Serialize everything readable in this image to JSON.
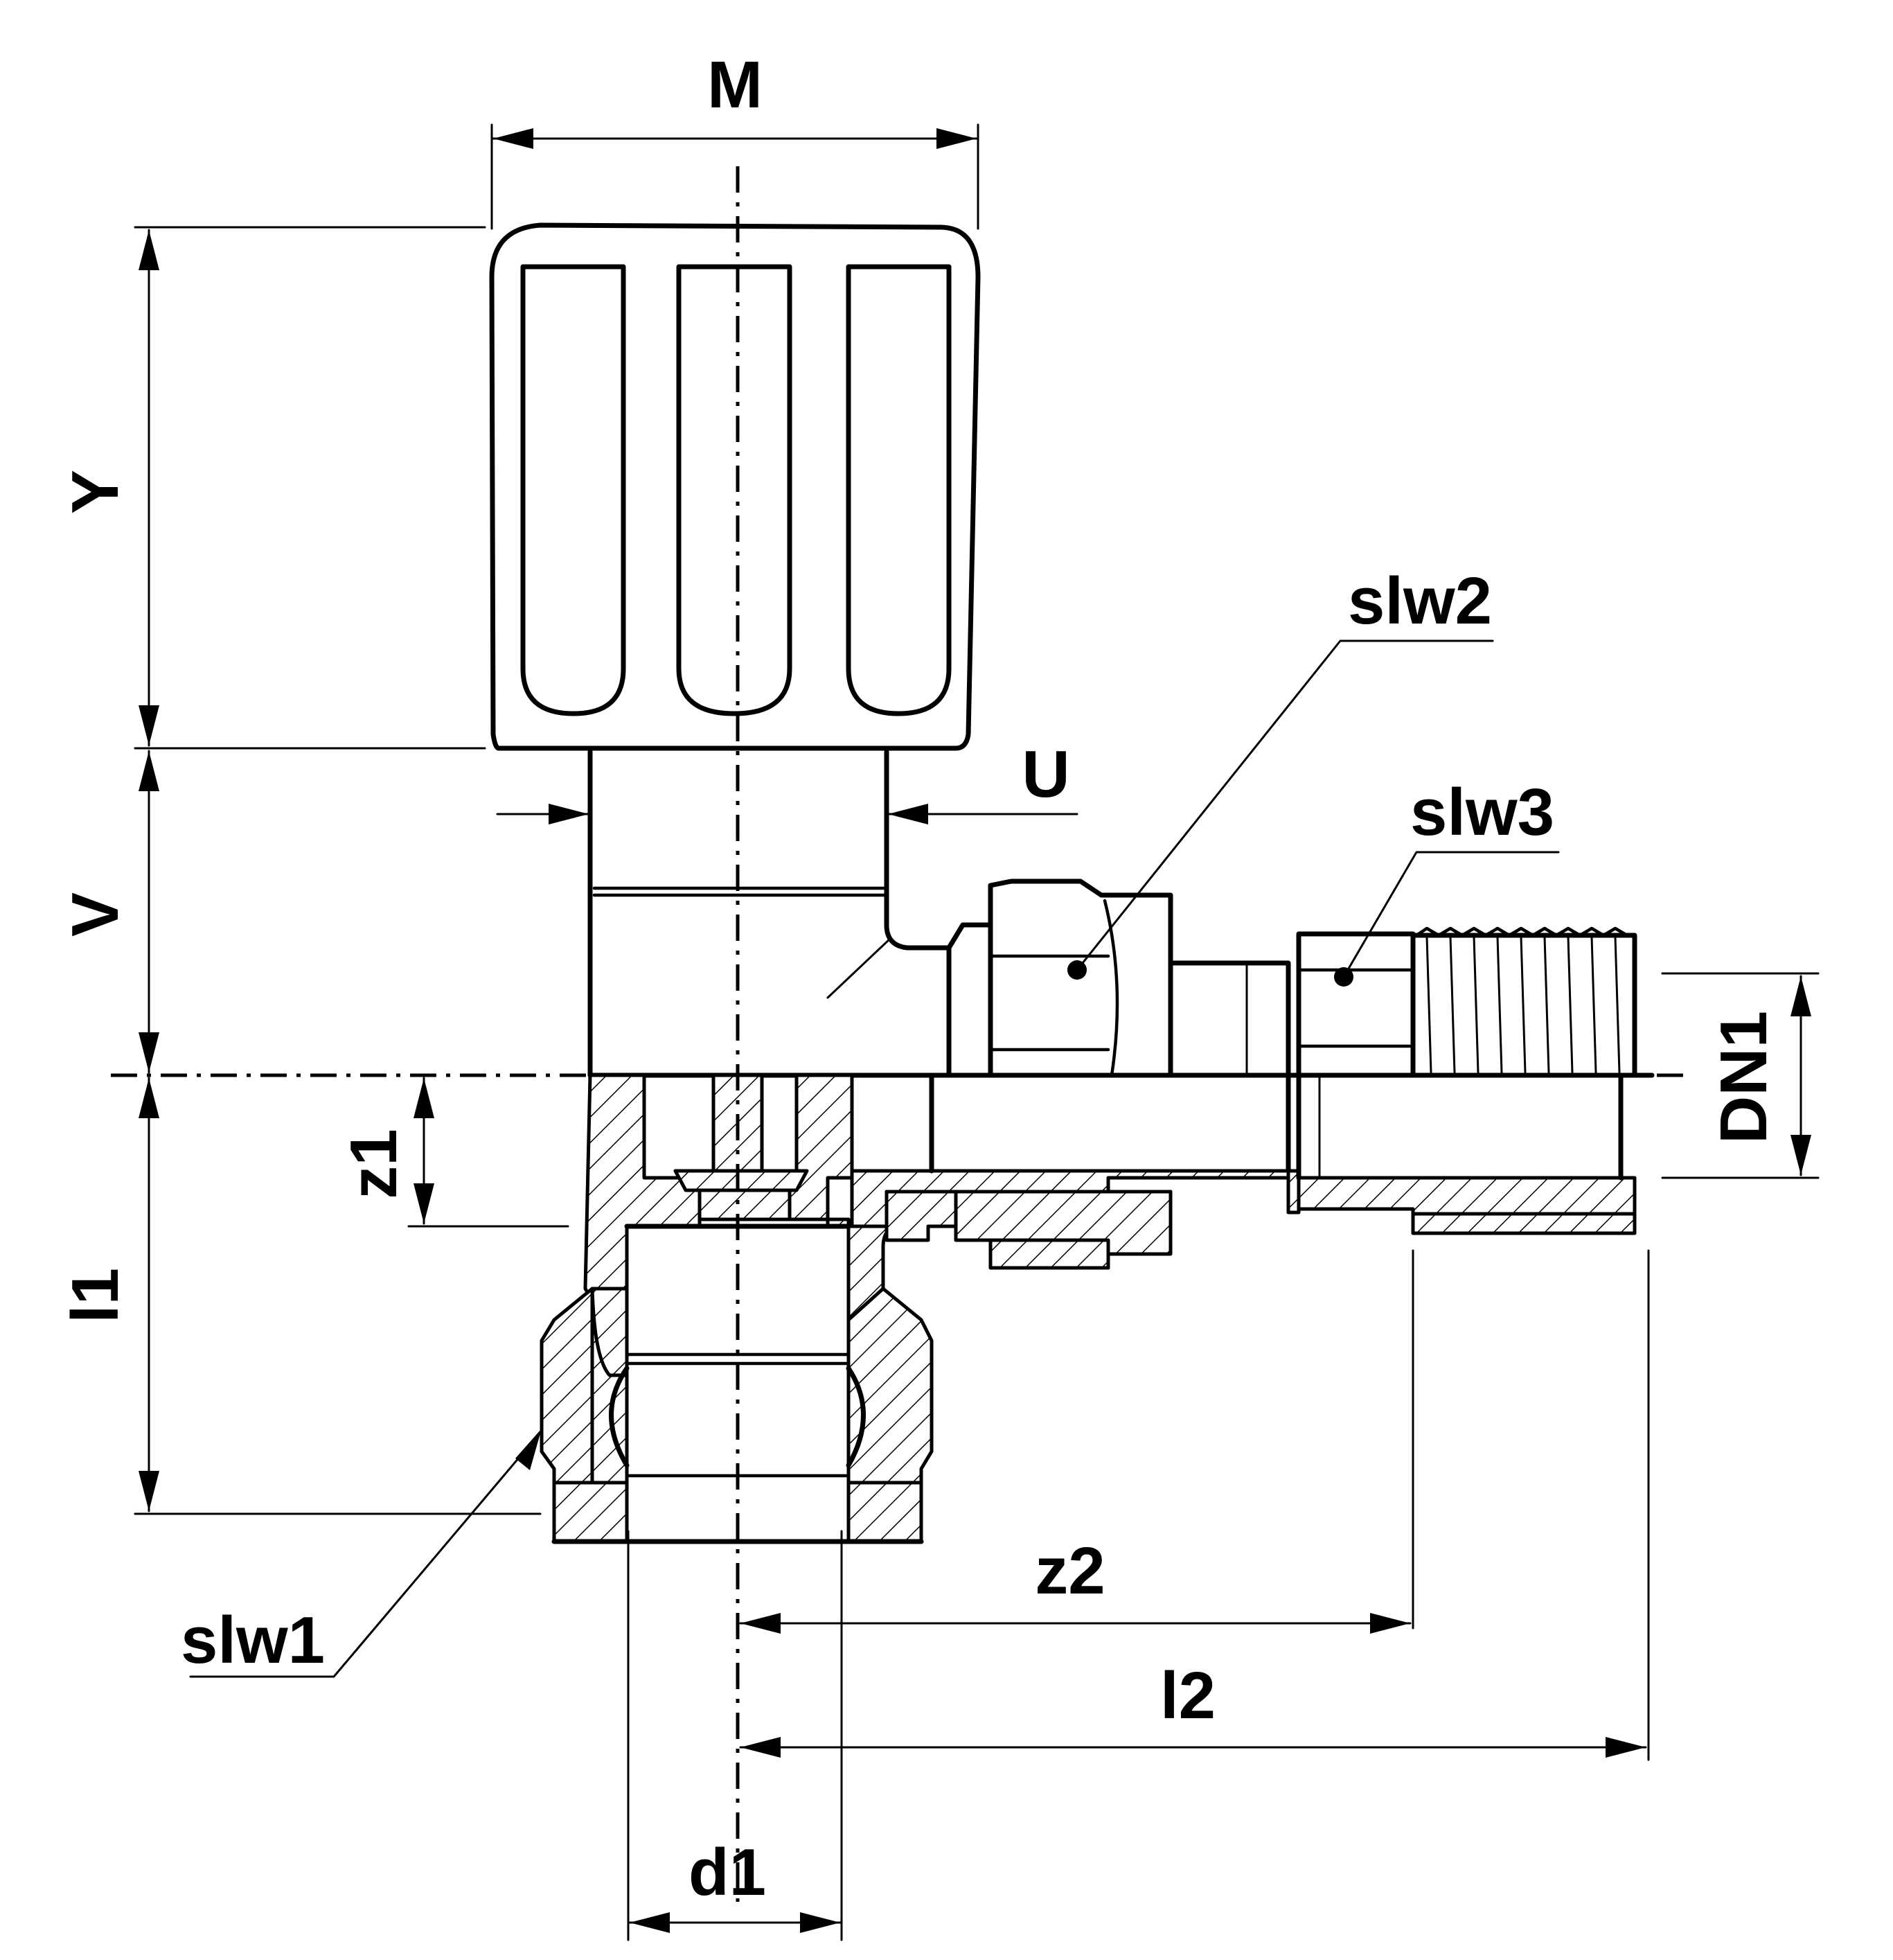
{
  "labels": {
    "M": "M",
    "Y": "Y",
    "V": "V",
    "U": "U",
    "z1": "z1",
    "l1": "l1",
    "z2": "z2",
    "l2": "l2",
    "d1": "d1",
    "DN1": "DN1",
    "slw1": "slw1",
    "slw2": "slw2",
    "slw3": "slw3"
  }
}
